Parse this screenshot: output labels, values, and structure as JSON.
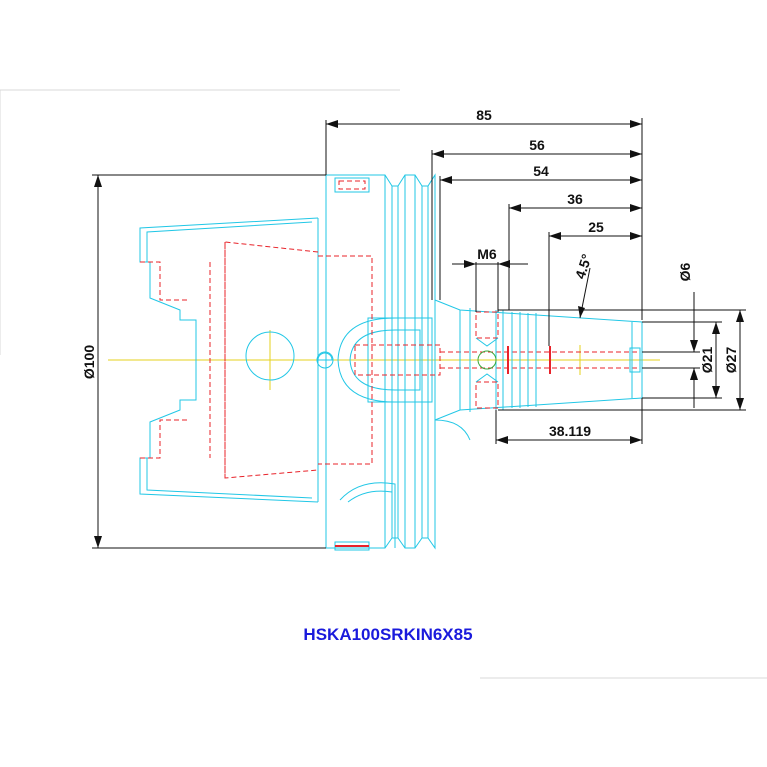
{
  "drawing": {
    "part_number": "HSKA100SRKIN6X85",
    "dimensions": {
      "overall_length": "85",
      "length_56": "56",
      "length_54": "54",
      "length_36": "36",
      "length_25": "25",
      "taper_angle": "4.5°",
      "thread": "M6",
      "dia_6": "Ø6",
      "dia_21": "Ø21",
      "dia_27": "Ø27",
      "dia_100": "Ø100",
      "length_38": "38.119"
    },
    "colors": {
      "outline": "#22c7e6",
      "hidden": "#e8232a",
      "dimension": "#111111",
      "centerline": "#e6d21e",
      "title": "#1a1adc"
    }
  }
}
